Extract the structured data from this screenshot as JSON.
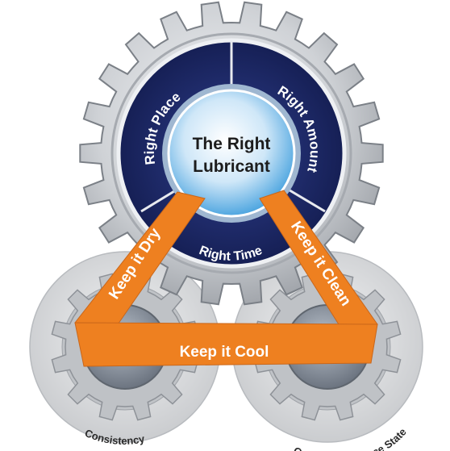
{
  "center": {
    "line1": "The Right",
    "line2": "Lubricant"
  },
  "ring_labels": {
    "left": "Right Place",
    "right": "Right Amount",
    "bottom": "Right Time"
  },
  "bands": {
    "left": "Keep it Dry",
    "right": "Keep it Clean",
    "bottom": "Keep it Cool"
  },
  "gear_labels": {
    "left": "Consistency",
    "right": "Optimun Reference State"
  },
  "colors": {
    "orange": "#ee8020",
    "navy": "#1d2a6b",
    "gear_silver": "#c9cbcf",
    "gear_dark": "#7d8289",
    "center_blue": "#6fb8e8"
  }
}
